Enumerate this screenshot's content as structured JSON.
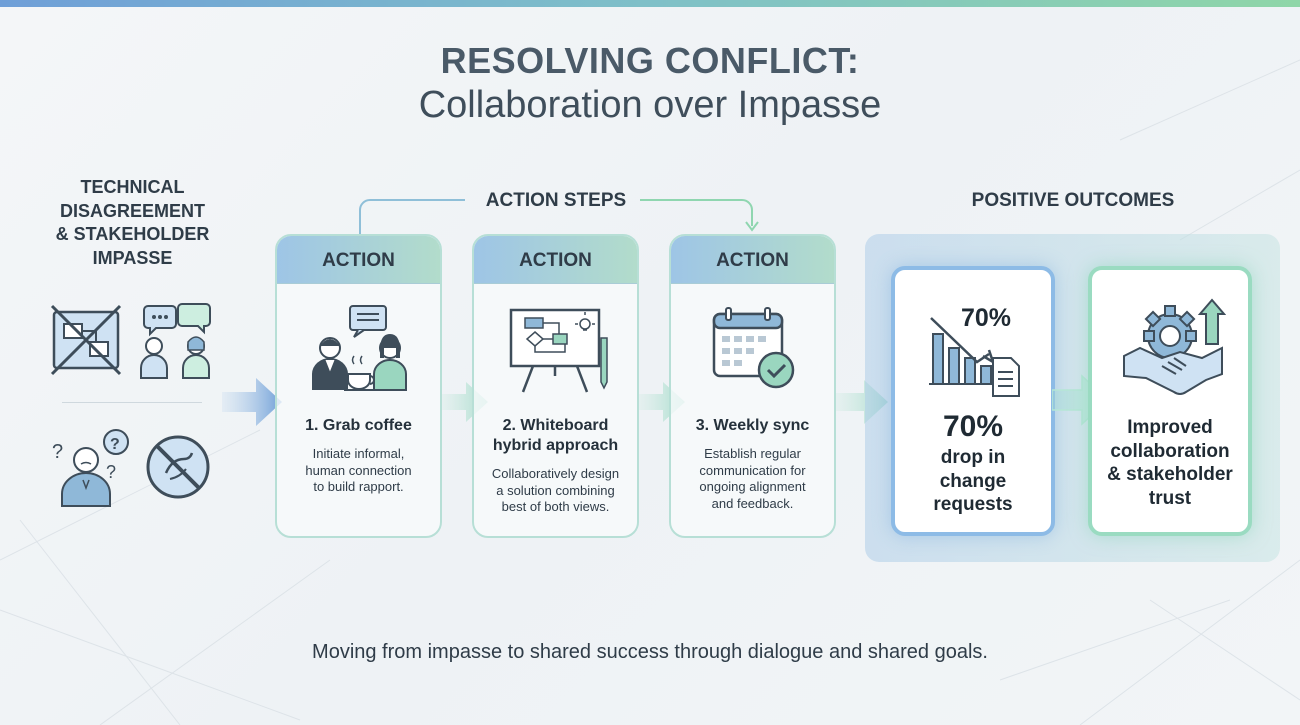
{
  "header": {
    "title": "RESOLVING CONFLICT:",
    "subtitle": "Collaboration over Impasse"
  },
  "problem": {
    "title": "TECHNICAL\nDISAGREEMENT\n& STAKEHOLDER\nIMPASSE",
    "icons": [
      "crossed-out-diagram-icon",
      "two-people-chatting-icon",
      "confused-person-icon",
      "prohibited-sign-icon"
    ]
  },
  "steps": {
    "label": "ACTION STEPS",
    "cards": [
      {
        "head": "ACTION",
        "title": "1. Grab coffee",
        "description": "Initiate informal,\nhuman connection\nto build rapport.",
        "icon": "coffee-meeting-icon"
      },
      {
        "head": "ACTION",
        "title": "2. Whiteboard\nhybrid approach",
        "description": "Collaboratively design\na solution combining\nbest of both views.",
        "icon": "whiteboard-icon"
      },
      {
        "head": "ACTION",
        "title": "3. Weekly sync",
        "description": "Establish regular\ncommunication for\nongoing alignment\nand feedback.",
        "icon": "calendar-check-icon"
      }
    ]
  },
  "outcomes": {
    "label": "POSITIVE OUTCOMES",
    "first": {
      "icon_percent": "70%",
      "big": "70%",
      "text": "drop in\nchange\nrequests",
      "icon": "declining-chart-icon"
    },
    "second": {
      "text": "Improved\ncollaboration\n& stakeholder\ntrust",
      "icon": "handshake-gear-icon"
    }
  },
  "footer": "Moving from impasse to shared success through dialogue and shared goals.",
  "colors": {
    "accent_blue": "#6f9fd8",
    "accent_green": "#8fd6a8",
    "icon_blue": "#5b8fc9",
    "icon_teal": "#7cc4b8",
    "text_dark": "#2f3c48"
  }
}
